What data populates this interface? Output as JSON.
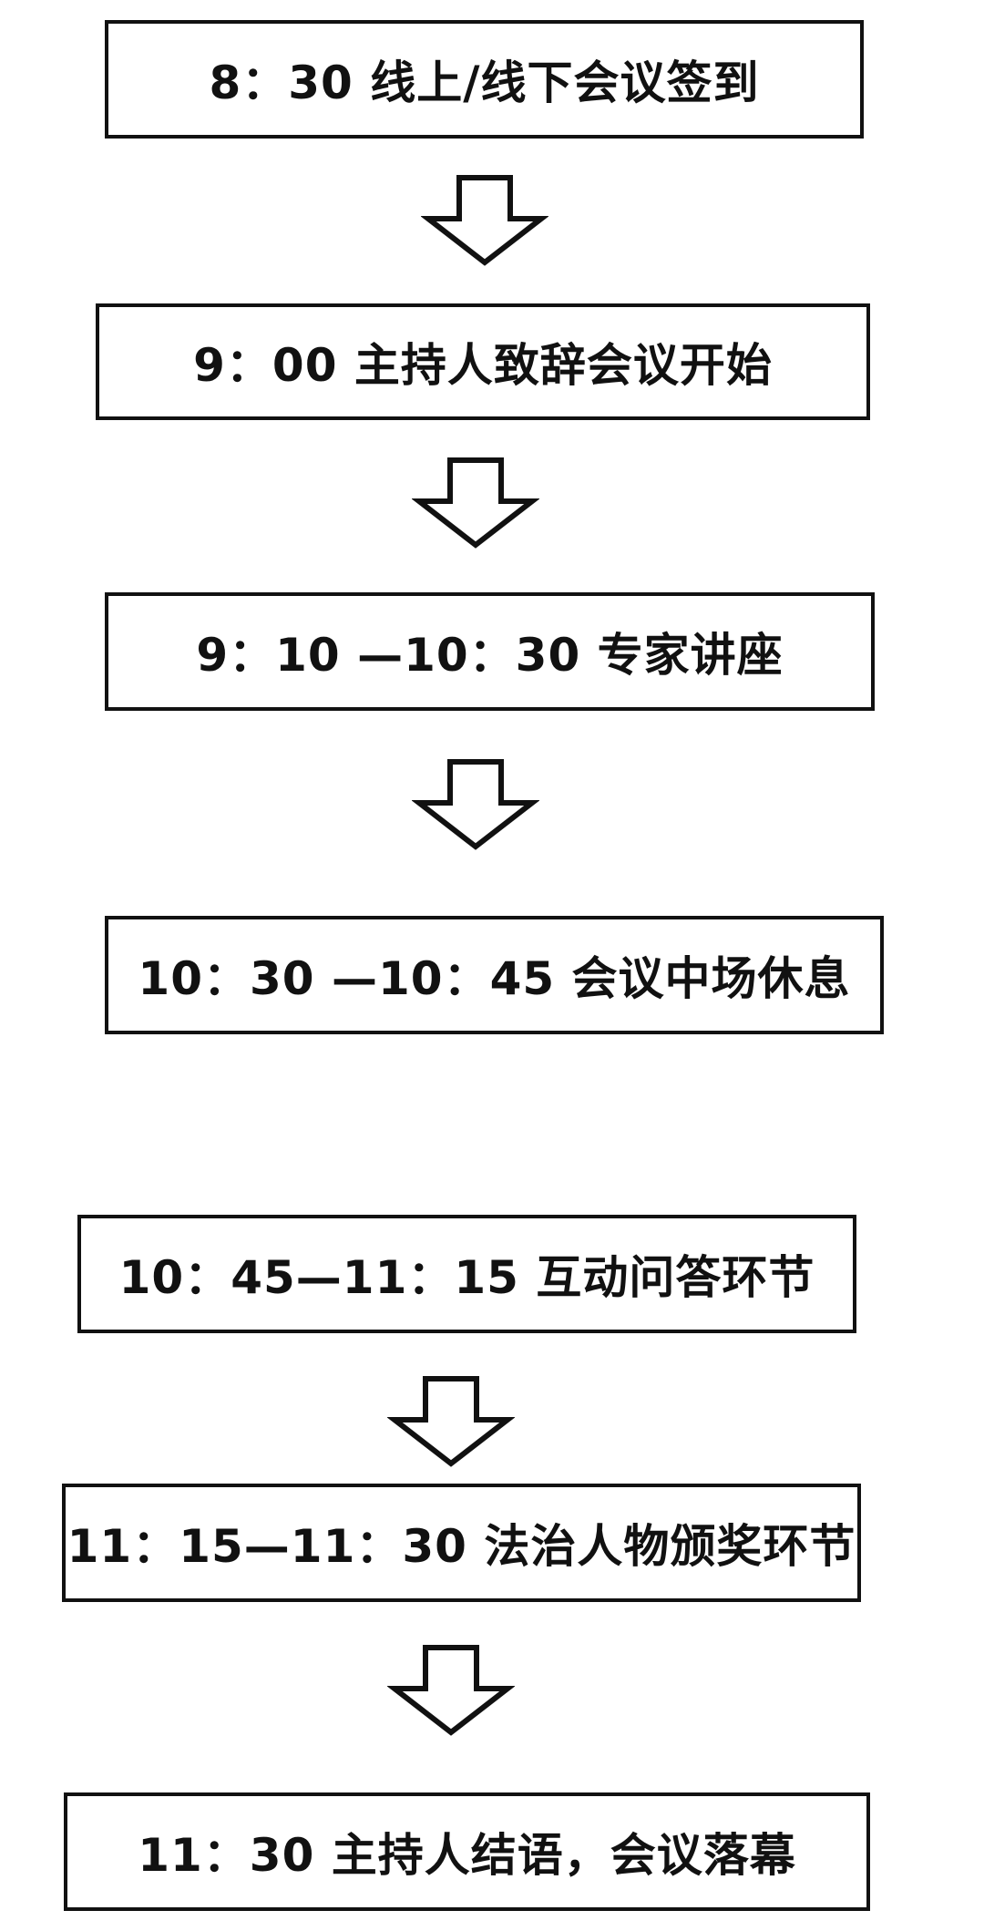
{
  "steps": [
    {
      "label": "8：30 线上/线下会议签到"
    },
    {
      "label": "9：00 主持人致辞会议开始"
    },
    {
      "label": "9：10 —10：30 专家讲座"
    },
    {
      "label": "10：30 —10：45 会议中场休息"
    },
    {
      "label": "10：45—11：15 互动问答环节"
    },
    {
      "label": "11：15—11：30 法治人物颁奖环节"
    },
    {
      "label": "11：30 主持人结语，会议落幕"
    }
  ],
  "colors": {
    "stroke": "#111111",
    "background": "#ffffff"
  },
  "icons": {
    "connector": "hollow-down-arrow-icon"
  }
}
